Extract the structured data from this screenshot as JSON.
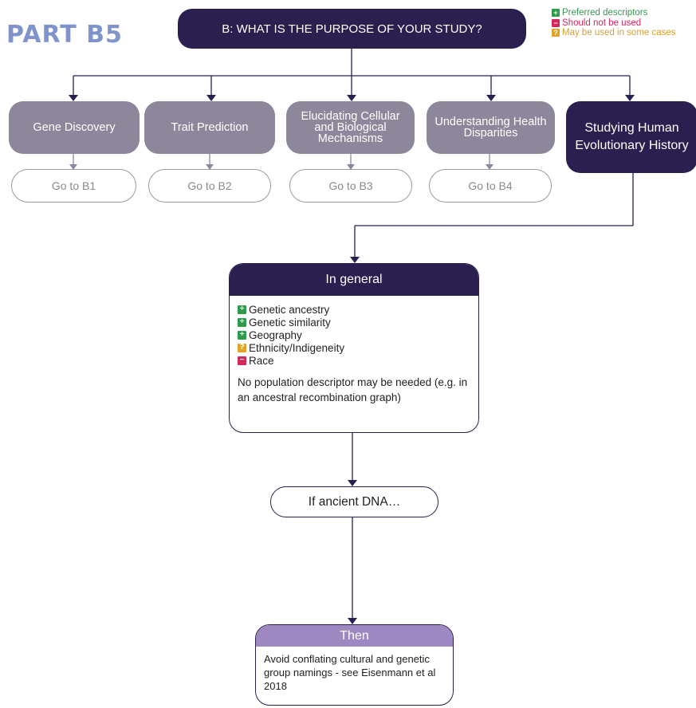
{
  "part_label": "PART B5",
  "question": "B: WHAT IS THE PURPOSE OF YOUR STUDY?",
  "legend": {
    "preferred": "Preferred descriptors",
    "should_not": "Should not be used",
    "maybe": "May be used in some cases"
  },
  "purposes": [
    {
      "label": "Gene Discovery",
      "goto": "Go to B1"
    },
    {
      "label": "Trait Prediction",
      "goto": "Go to B2"
    },
    {
      "label": "Elucidating Cellular and Biological Mechanisms",
      "goto": "Go to B3"
    },
    {
      "label": "Understanding Health Disparities",
      "goto": "Go to B4"
    },
    {
      "label": "Studying Human Evolutionary History"
    }
  ],
  "general": {
    "title": "In general",
    "descriptors": [
      {
        "label": "Genetic ancestry",
        "status": "preferred"
      },
      {
        "label": "Genetic similarity",
        "status": "preferred"
      },
      {
        "label": "Geography",
        "status": "preferred"
      },
      {
        "label": "Ethnicity/Indigeneity",
        "status": "maybe"
      },
      {
        "label": "Race",
        "status": "should_not"
      }
    ],
    "note": "No population descriptor may be needed (e.g. in an ancestral recombination graph)"
  },
  "ancient": "If ancient DNA…",
  "then": {
    "title": "Then",
    "body": "Avoid conflating cultural and genetic group namings - see Eisenmann et al 2018"
  }
}
